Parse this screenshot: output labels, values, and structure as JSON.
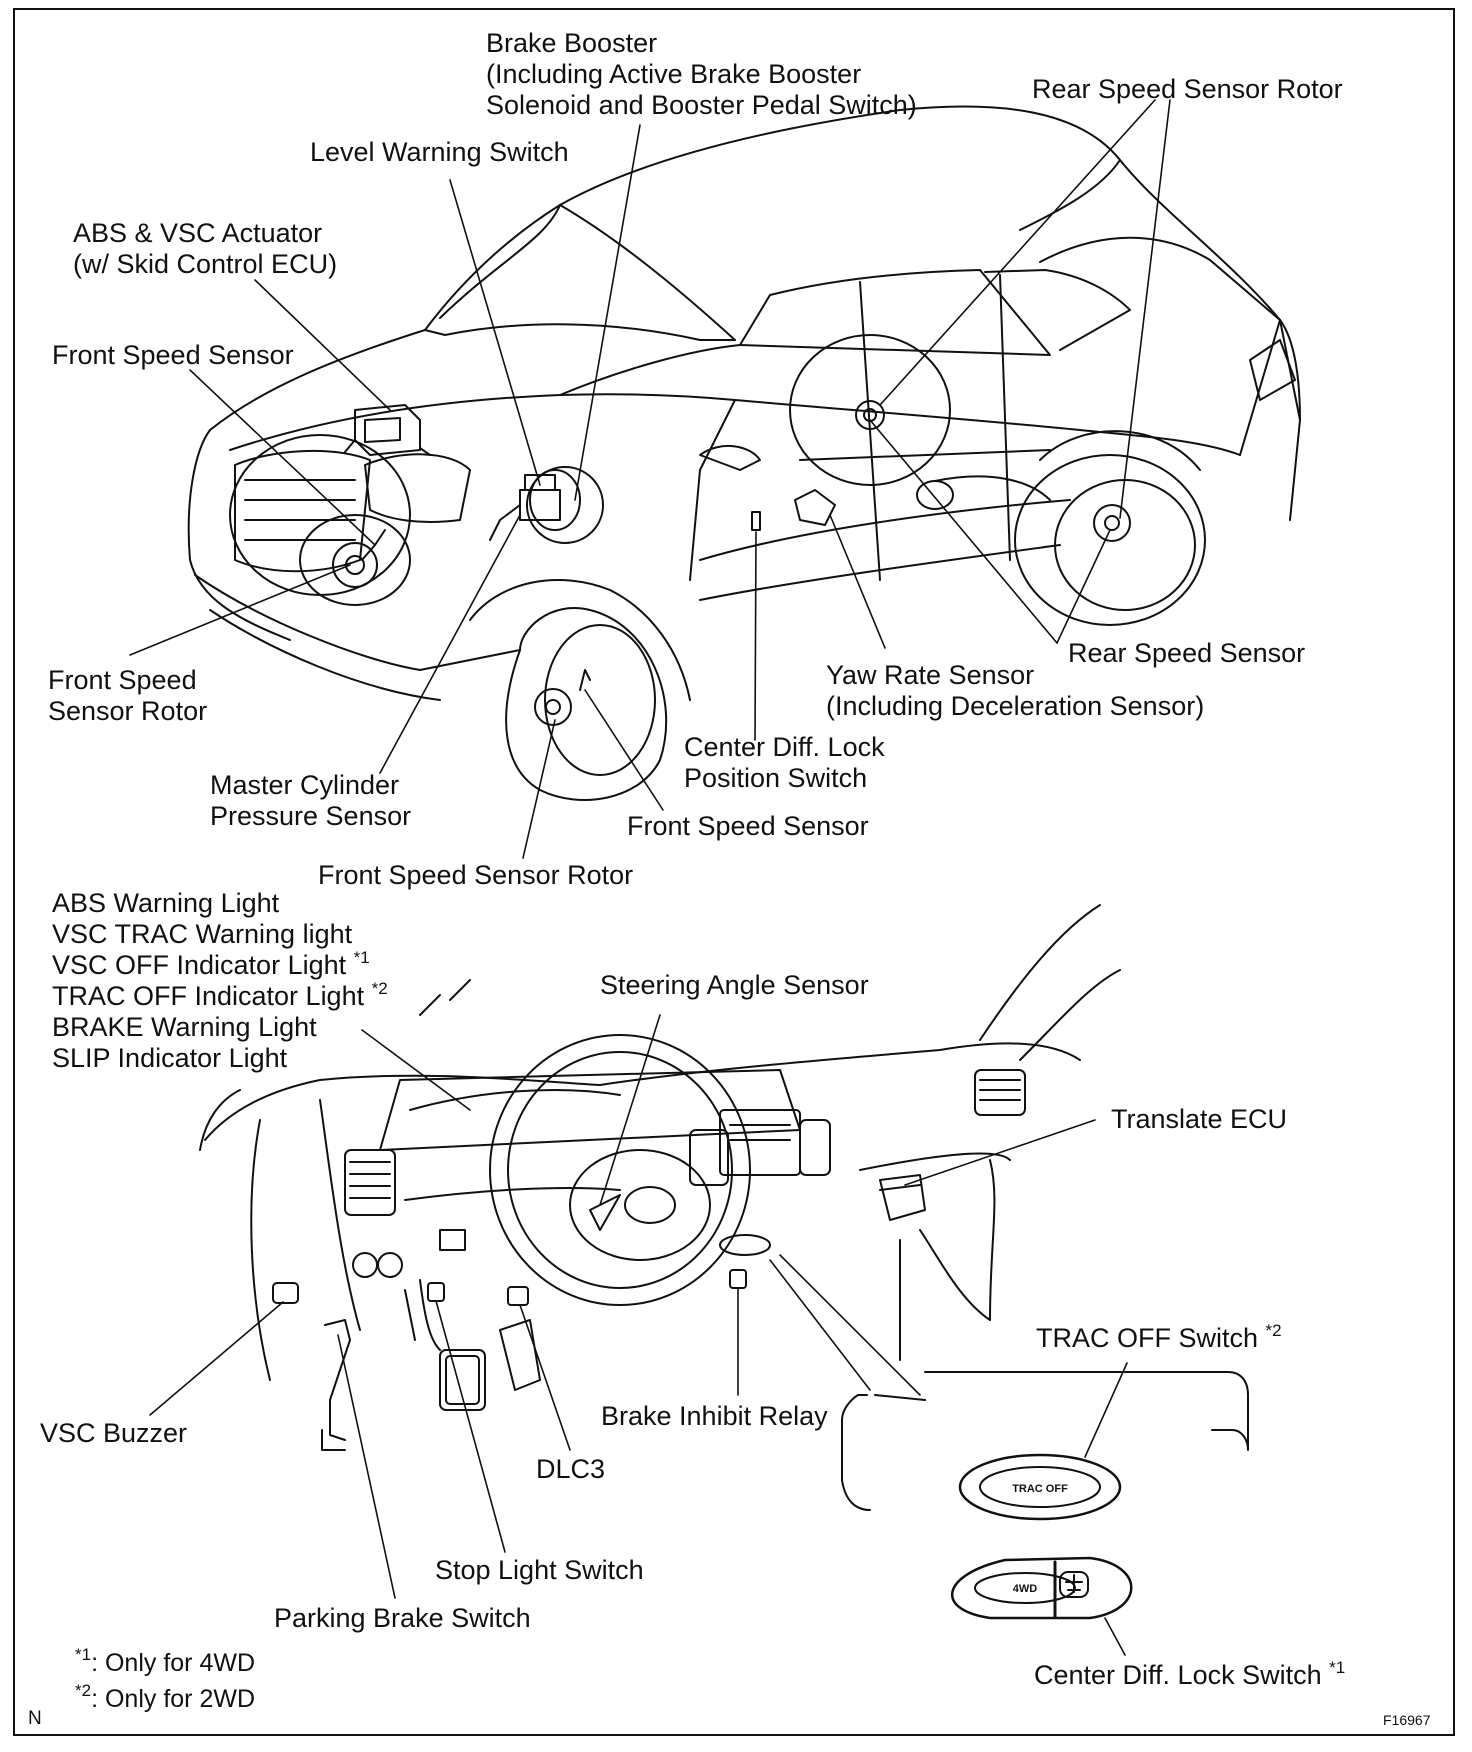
{
  "labels": {
    "brake_booster": [
      "Brake Booster",
      "(Including Active Brake Booster",
      "Solenoid and Booster Pedal Switch)"
    ],
    "rear_speed_sensor_rotor": "Rear Speed Sensor Rotor",
    "level_warning_switch": "Level Warning Switch",
    "abs_vsc_actuator": [
      "ABS & VSC Actuator",
      "(w/ Skid Control ECU)"
    ],
    "front_speed_sensor_top": "Front Speed Sensor",
    "front_speed_sensor_rotor_left": [
      "Front Speed",
      "Sensor Rotor"
    ],
    "rear_speed_sensor": "Rear Speed Sensor",
    "yaw_rate_sensor": [
      "Yaw Rate Sensor",
      "(Including Deceleration Sensor)"
    ],
    "center_diff_lock_position_switch": [
      "Center Diff. Lock",
      "Position Switch"
    ],
    "master_cylinder_pressure_sensor": [
      "Master Cylinder",
      "Pressure Sensor"
    ],
    "front_speed_sensor_bottom": "Front Speed Sensor",
    "front_speed_sensor_rotor_bottom": "Front Speed Sensor Rotor",
    "warning_lights": {
      "abs": "ABS Warning Light",
      "vsc_trac": "VSC TRAC Warning light",
      "vsc_off": "VSC OFF Indicator Light",
      "vsc_off_mark": "*1",
      "trac_off": "TRAC OFF Indicator Light",
      "trac_off_mark": "*2",
      "brake": "BRAKE Warning Light",
      "slip": "SLIP Indicator Light"
    },
    "steering_angle_sensor": "Steering Angle Sensor",
    "translate_ecu": "Translate ECU",
    "trac_off_switch": "TRAC OFF Switch",
    "trac_off_switch_mark": "*2",
    "vsc_buzzer": "VSC Buzzer",
    "brake_inhibit_relay": "Brake Inhibit Relay",
    "dlc3": "DLC3",
    "stop_light_switch": "Stop Light Switch",
    "parking_brake_switch": "Parking Brake Switch",
    "center_diff_lock_switch": "Center Diff. Lock Switch",
    "center_diff_lock_switch_mark": "*1"
  },
  "switch_faces": {
    "trac_off": "TRAC OFF",
    "four_wd": "4WD"
  },
  "footnotes": [
    {
      "mark": "*1",
      "text": ": Only for 4WD"
    },
    {
      "mark": "*2",
      "text": ": Only for 2WD"
    }
  ],
  "corner_left": "N",
  "figure_id": "F16967"
}
